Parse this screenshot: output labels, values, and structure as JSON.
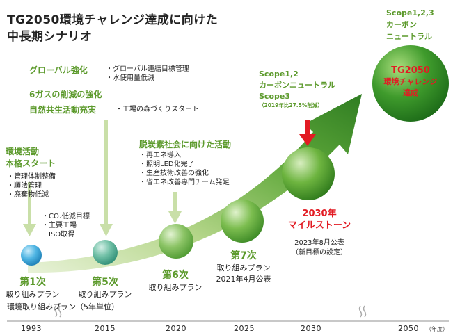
{
  "title": {
    "line1": "TG2050環境チャレンジ達成に向けた",
    "line2": "中長期シナリオ"
  },
  "top_right": {
    "line1": "Scope1,2,3",
    "line2": "カーボン",
    "line3": "ニュートラル"
  },
  "goal_circle": {
    "line1": "TG2050",
    "line2": "環境チャレンジ",
    "line3": "達成"
  },
  "scope_2030": {
    "line1": "Scope1,2",
    "line2": "カーボンニュートラル",
    "line3": "Scope3",
    "note": "（2019年比27.5%削減）"
  },
  "left_block": {
    "global_heading": "グローバル強化",
    "global_items": [
      "・グローバル連結目標管理",
      "・水使用量低減"
    ],
    "gas_heading": "6ガスの削減の強化",
    "nature_heading": "自然共生活動充実",
    "nature_item": "・工場の森づくりスタート"
  },
  "env_start": {
    "line1": "環境活動",
    "line2": "本格スタート",
    "items": [
      "・管理体制整備",
      "・順法管理",
      "・廃棄物低減"
    ]
  },
  "co2_block": {
    "items": [
      "・CO₂低減目標",
      "・主要工場",
      "　ISO取得"
    ]
  },
  "decarb": {
    "heading": "脱炭素社会に向けた活動",
    "items": [
      "・再エネ導入",
      "・照明LED化完了",
      "・生産技術改善の強化",
      "・省エネ改善専門チーム発足"
    ]
  },
  "milestone_2030": {
    "line1": "2030年",
    "line2": "マイルストーン",
    "sub1": "2023年8月公表",
    "sub2": "（新目標の設定）"
  },
  "phases": [
    {
      "name": "第1次",
      "plan": "取り組みプラン"
    },
    {
      "name": "第5次",
      "plan": "取り組みプラン"
    },
    {
      "name": "第6次",
      "plan": "取り組みプラン"
    },
    {
      "name": "第7次",
      "plan": "取り組みプラン",
      "extra": "2021年4月公表"
    }
  ],
  "five_year_note": "環境取り組みプラン（5年単位）",
  "timeline": {
    "years": [
      "1993",
      "2015",
      "2020",
      "2025",
      "2030",
      "2050"
    ],
    "unit": "（年度）"
  },
  "colors": {
    "green": "#5c9a2c",
    "red": "#e21b23",
    "arrow_green": "#3f8a2a",
    "light_arrow": "#c9dfa8"
  }
}
